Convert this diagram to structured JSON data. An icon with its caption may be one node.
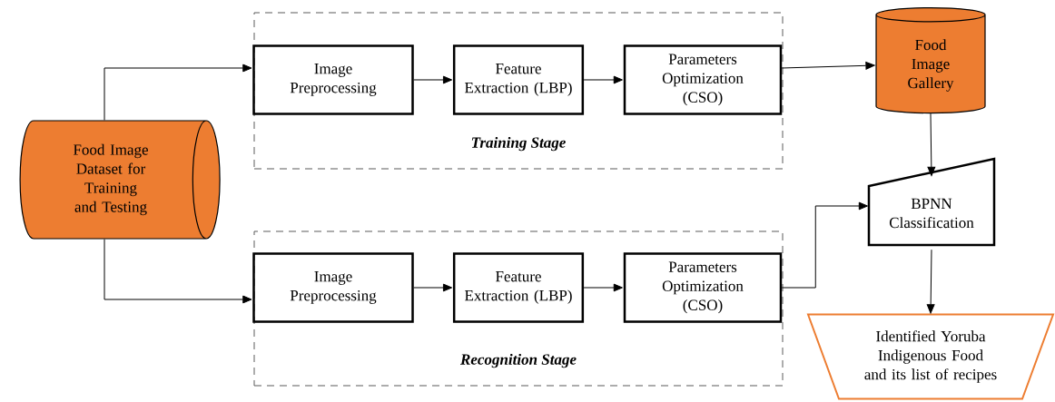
{
  "diagram": {
    "nodes": [
      {
        "text": [
          "Food Image Dataset for Training and Testing"
        ]
      },
      {
        "text": [
          "Training Stage"
        ]
      },
      {
        "text": [
          "Image Preprocessing"
        ],
        "in": 1
      },
      {
        "text": [
          "Feature Extraction (LBP)"
        ],
        "in": 1
      },
      {
        "text": [
          "Parameters Optimization (CSO)"
        ],
        "in": 1
      },
      {
        "text": [
          "Recognition Stage"
        ]
      },
      {
        "text": [
          "Image Preprocessing"
        ],
        "in": 5
      },
      {
        "text": [
          "Feature Extraction (LBP)"
        ],
        "in": 5
      },
      {
        "text": [
          "Parameters Optimization (CSO)"
        ],
        "in": 5
      },
      {
        "text": [
          "Food Image Gallery"
        ]
      },
      {
        "text": [
          "BPNN Classification"
        ]
      },
      {
        "text": [
          "Identified Yoruba Indigenous Food and its list of recipes"
        ]
      }
    ],
    "edges": [
      {
        "from": 0,
        "to": 2,
        "arrow": "to"
      },
      {
        "from": 2,
        "to": 3,
        "arrow": "to"
      },
      {
        "from": 3,
        "to": 4,
        "arrow": "to"
      },
      {
        "from": 4,
        "to": 9,
        "arrow": "to"
      },
      {
        "from": 0,
        "to": 6,
        "arrow": "to"
      },
      {
        "from": 6,
        "to": 7,
        "arrow": "to"
      },
      {
        "from": 7,
        "to": 8,
        "arrow": "to"
      },
      {
        "from": 8,
        "to": 10,
        "arrow": "to"
      },
      {
        "from": 9,
        "to": 10,
        "arrow": "to"
      },
      {
        "from": 10,
        "to": 11,
        "arrow": "to"
      }
    ]
  }
}
